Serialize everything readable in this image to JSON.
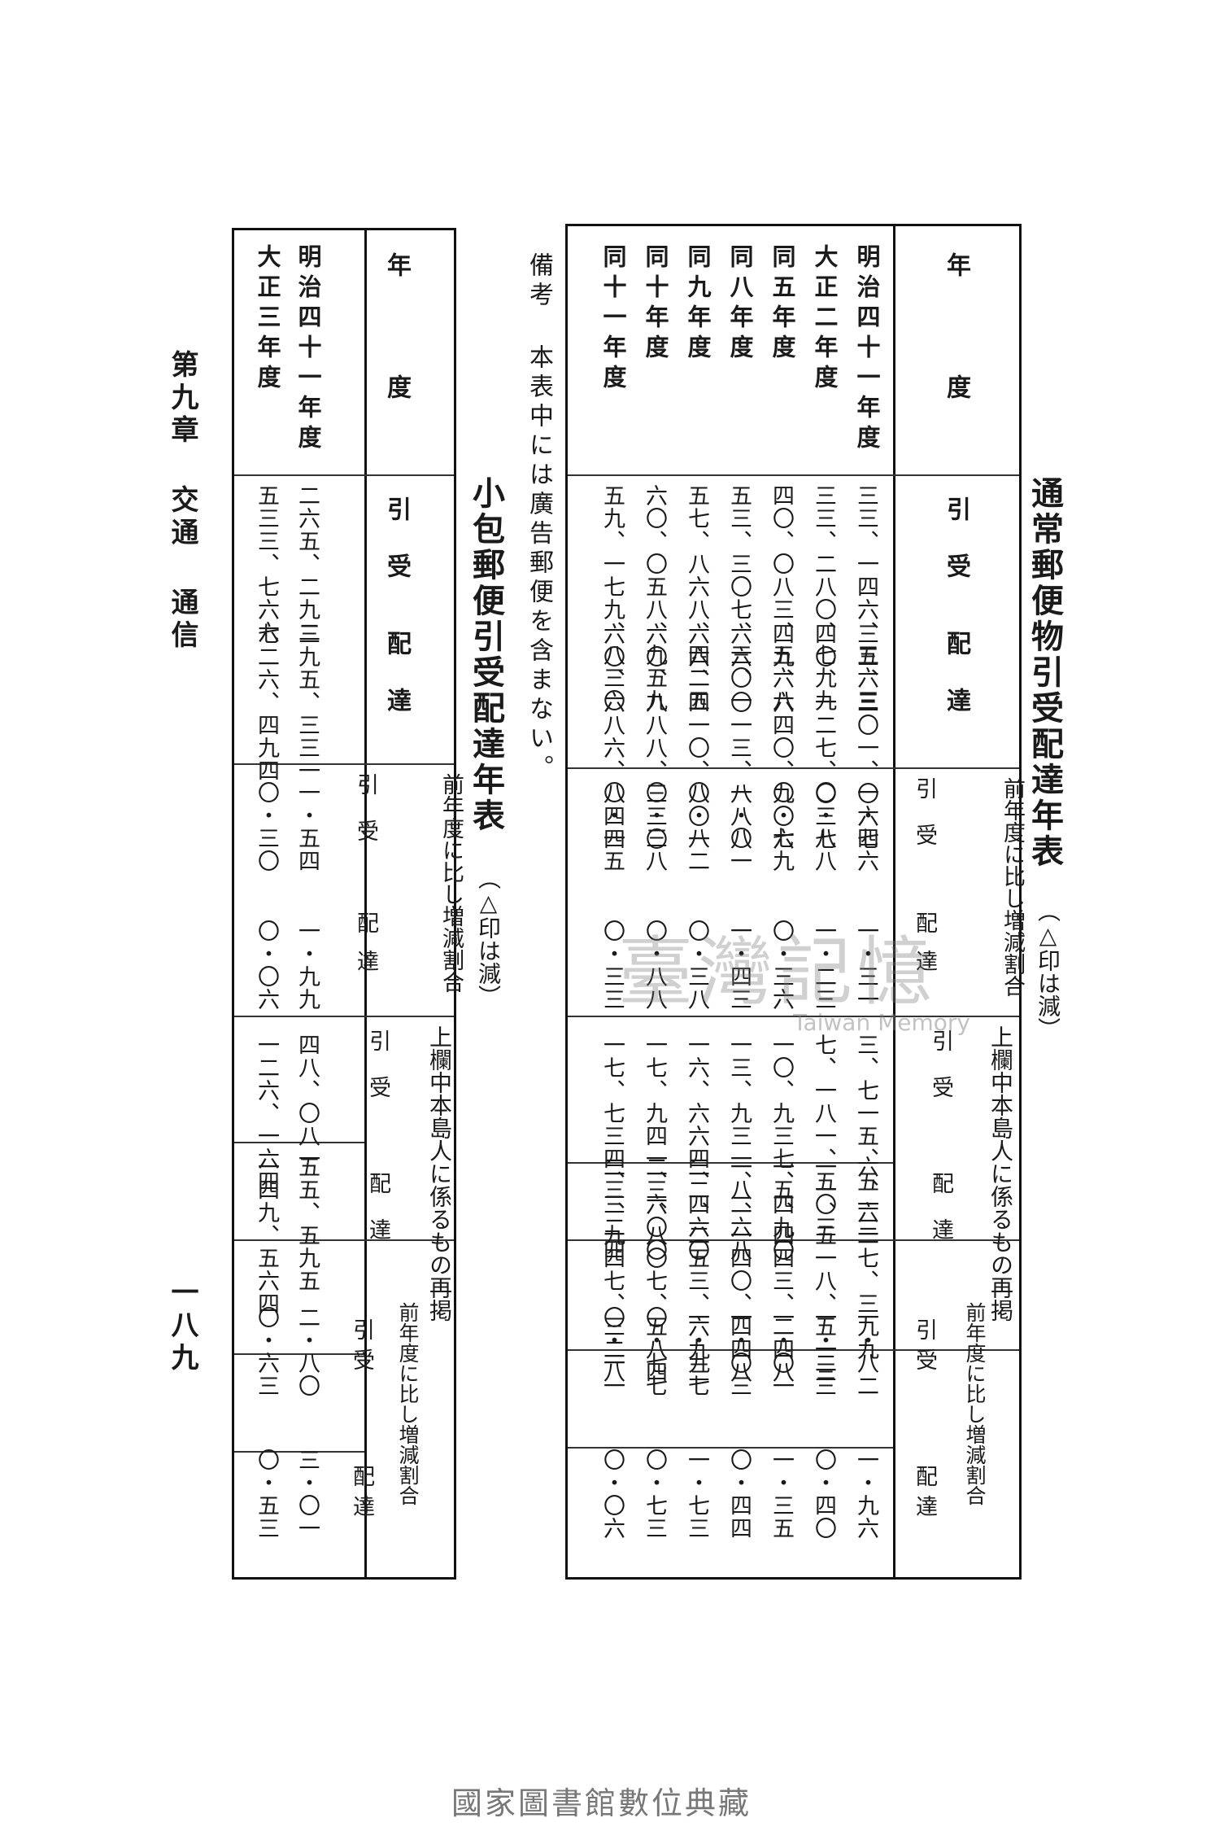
{
  "table1": {
    "title": "通常郵便物引受配達年表",
    "note": "（△印は減）",
    "head_year": "年度",
    "head_receive": "引受",
    "head_deliver": "配達",
    "head_ratio_group": "前年度に比し増減割合",
    "head_ratio_receive": "引受",
    "head_ratio_deliver": "配達",
    "head_natives_group": "上欄中本島人に係るもの再掲",
    "head_natives_receive": "引受",
    "head_natives_deliver": "配達",
    "head_natives_ratio_group": "前年度に比し増減割合",
    "head_natives_ratio_receive": "引受",
    "head_natives_ratio_deliver": "配達",
    "rows": [
      {
        "year": "明治四十一年度",
        "receive": "三三、一四六、五六三",
        "deliver": "三三、三〇一、〇六七",
        "r_recv": "一・四六",
        "r_del": "一・三一",
        "n_recv": "三、七一五、五一二",
        "n_del": "六、六二七、三九九",
        "n_r_recv": "一・八二",
        "n_r_del": "一・九六"
      },
      {
        "year": "大正二年度",
        "receive": "三三、二八〇、七九九",
        "deliver": "四〇、一二七、〇三七",
        "r_recv": "〇・八八",
        "r_del": "一・二三",
        "n_recv": "七、一八一、五〇三",
        "n_del": "一一、五一八、五一三",
        "n_r_recv": "一・二三",
        "n_r_del": "〇・四〇"
      },
      {
        "year": "同五年度",
        "receive": "四〇、〇八三、五六八",
        "deliver": "四九、六四〇、九〇六",
        "r_recv": "〇・七九",
        "r_del": "〇・三六",
        "n_recv": "一〇、九三七、四九〇",
        "n_del": "一五、四四三、二四八",
        "n_r_recv": "一・〇一",
        "n_r_del": "一・三五"
      },
      {
        "year": "同八年度",
        "receive": "五三、三〇七、三〇一",
        "deliver": "六六、〇一三、八八八",
        "r_recv": "一・〇一",
        "r_del": "一・四三",
        "n_recv": "一三、九三一、二六八",
        "n_del": "一八、一四〇、四四八",
        "n_r_recv": "一・〇三",
        "n_r_del": "〇・四四"
      },
      {
        "year": "同九年度",
        "receive": "五七、八六八、四二五",
        "deliver": "六六、四一〇、八〇一",
        "r_recv": "〇・八二",
        "r_del": "〇・三八",
        "n_recv": "一六、六六四、四六〇",
        "n_del": "二二、二五三、六九三",
        "n_r_recv": "一・九七",
        "n_r_del": "一・七三"
      },
      {
        "year": "同十年度",
        "receive": "六〇、〇五八、九五九",
        "deliver": "六〇、八八八、三三〇",
        "r_recv": "〇・三八",
        "r_del": "〇・八八",
        "n_recv": "一七、九四一、六〇〇",
        "n_del": "二三、八〇七、五八四",
        "n_r_recv": "〇・七七",
        "n_r_del": "〇・七三"
      },
      {
        "year": "同十一年度",
        "receive": "五九、一七九、八三〇",
        "deliver": "六〇、六八六、八四四",
        "r_recv": "〇・一五",
        "r_del": "〇・三三",
        "n_recv": "一七、七三四、三二四",
        "n_del": "二三、九四七、三二八",
        "n_r_recv": "〇・一一",
        "n_r_del": "〇・〇六"
      }
    ],
    "remark": "備考 本表中には廣告郵便を含まない。"
  },
  "table2": {
    "title": "小包郵便引受配達年表",
    "note": "（△印は減）",
    "head_year": "年度",
    "head_receive": "引受",
    "head_deliver": "配達",
    "head_ratio_group": "前年度に比し増減割合",
    "head_ratio_receive": "引受",
    "head_ratio_deliver": "配達",
    "head_natives_group": "上欄中本島人に係るもの再掲",
    "head_natives_receive": "引受",
    "head_natives_deliver": "配達",
    "head_natives_ratio_group": "前年度に比し増減割合",
    "head_natives_ratio_receive": "引受",
    "head_natives_ratio_deliver": "配達",
    "rows": [
      {
        "year": "明治四十一年度",
        "receive": "二六五、二九二",
        "deliver": "三九五、三三一",
        "r_recv": "一・五四",
        "r_del": "一・九九",
        "n_recv": "四八、〇八一",
        "n_del": "五五、五九五",
        "n_r_recv": "二・八〇",
        "n_r_del": "三・〇一"
      },
      {
        "year": "大正三年度",
        "receive": "五三三、七六六",
        "deliver": "七二六、四九四",
        "r_recv": "〇・三〇",
        "r_del": "〇・〇六",
        "n_recv": "一二六、一六四",
        "n_del": "一四九、五六四",
        "n_r_recv": "〇・六三",
        "n_r_del": "〇・五三"
      }
    ]
  },
  "margin": {
    "chapter": "第九章 交通 通信",
    "page_number": "一八九"
  },
  "watermark": {
    "main": "臺灣記憶",
    "sub": "Taiwan Memory"
  },
  "footer": {
    "text": "國家圖書館數位典藏"
  }
}
